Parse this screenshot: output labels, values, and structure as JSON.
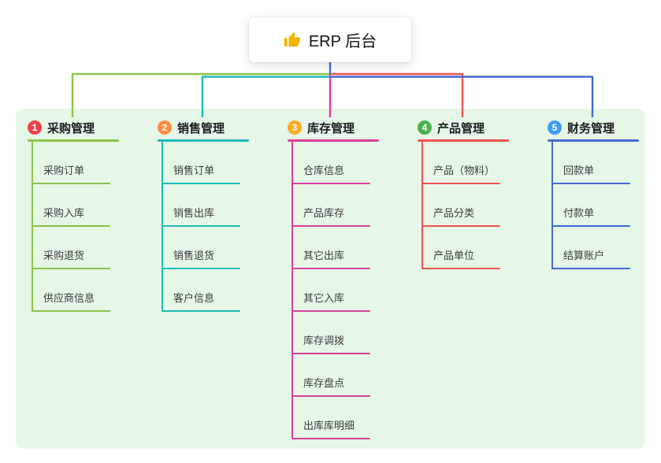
{
  "root": {
    "label": "ERP 后台",
    "icon": "thumbs-up-icon"
  },
  "panel_color": "#e6f7e7",
  "root_connector_color": "#4569d4",
  "icon_color": "#f4b400",
  "branches": [
    {
      "num": "1",
      "title": "采购管理",
      "badge_color": "#f0424d",
      "line_color": "#8bc34a",
      "children": [
        "采购订单",
        "采购入库",
        "采购退货",
        "供应商信息"
      ]
    },
    {
      "num": "2",
      "title": "销售管理",
      "badge_color": "#ff8c42",
      "line_color": "#1abcb6",
      "children": [
        "销售订单",
        "销售出库",
        "销售退货",
        "客户信息"
      ]
    },
    {
      "num": "3",
      "title": "库存管理",
      "badge_color": "#ffa928",
      "line_color": "#d8409c",
      "children": [
        "仓库信息",
        "产品库存",
        "其它出库",
        "其它入库",
        "库存调拨",
        "库存盘点",
        "出库库明细"
      ]
    },
    {
      "num": "4",
      "title": "产品管理",
      "badge_color": "#4caf50",
      "line_color": "#ef5350",
      "children": [
        "产品（物料）",
        "产品分类",
        "产品单位"
      ]
    },
    {
      "num": "5",
      "title": "财务管理",
      "badge_color": "#3d9df3",
      "line_color": "#4569d4",
      "children": [
        "回款单",
        "付款单",
        "结算账户"
      ]
    }
  ]
}
